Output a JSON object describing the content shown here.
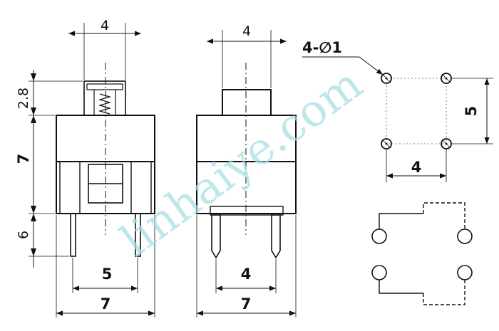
{
  "watermark": "linhaiye.com",
  "front_view": {
    "top_width": "4",
    "actuator_height": "2.8",
    "body_height": "7",
    "pin_length": "6",
    "pin_spacing": "5",
    "body_width": "7"
  },
  "side_view": {
    "top_width": "4",
    "pin_spacing": "4",
    "body_width": "7"
  },
  "pcb_layout": {
    "hole_callout": "4-∅1",
    "vertical_spacing": "5",
    "horizontal_spacing": "4"
  }
}
